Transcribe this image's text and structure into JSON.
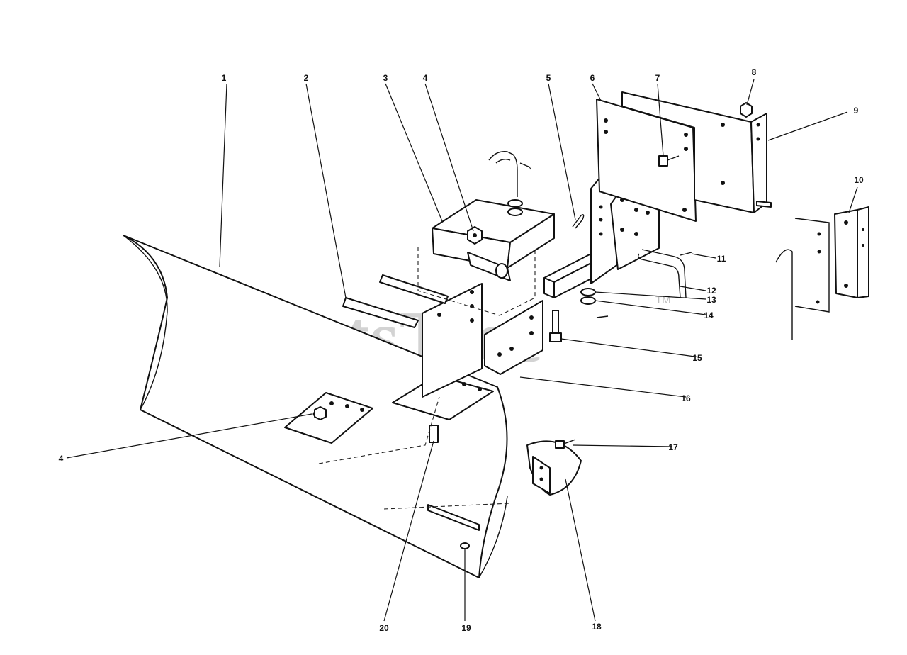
{
  "watermark": {
    "brand": "PartsTree",
    "trademark": "TM"
  },
  "callouts": [
    "1",
    "2",
    "3",
    "4",
    "5",
    "6",
    "7",
    "8",
    "9",
    "10",
    "11",
    "12",
    "13",
    "14",
    "15",
    "16",
    "17",
    "18",
    "19",
    "20",
    "4"
  ]
}
